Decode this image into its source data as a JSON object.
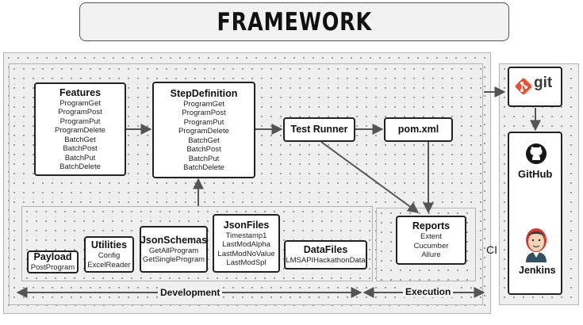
{
  "title": "FRAMEWORK",
  "boxes": {
    "features": {
      "title": "Features",
      "items": [
        "ProgramGet",
        "ProgramPost",
        "ProgramPut",
        "ProgramDelete",
        "BatchGet",
        "BatchPost",
        "BatchPut",
        "BatchDelete"
      ]
    },
    "stepdef": {
      "title": "StepDefinition",
      "items": [
        "ProgramGet",
        "ProgramPost",
        "ProgramPut",
        "ProgramDelete",
        "BatchGet",
        "BatchPost",
        "BatchPut",
        "BatchDelete"
      ]
    },
    "testrunner": {
      "title": "Test Runner"
    },
    "pom": {
      "title": "pom.xml"
    },
    "payload": {
      "title": "Payload",
      "items": [
        "PostProgram"
      ]
    },
    "utilities": {
      "title": "Utilities",
      "items": [
        "Config",
        "ExcelReader"
      ]
    },
    "jsonschemas": {
      "title": "JsonSchemas",
      "items": [
        "GetAllProgram",
        "GetSingleProgram"
      ]
    },
    "jsonfiles": {
      "title": "JsonFiles",
      "items": [
        "Timestamp1",
        "LastModAlpha",
        "LastModNoValue",
        "LastModSpl"
      ]
    },
    "datafiles": {
      "title": "DataFiles",
      "items": [
        "LMSAPIHackathonData"
      ]
    },
    "reports": {
      "title": "Reports",
      "items": [
        "Extent",
        "Cucumber",
        "Allure"
      ]
    },
    "git": {
      "label": "git"
    },
    "github": {
      "label": "GitHub"
    },
    "jenkins": {
      "label": "Jenkins"
    }
  },
  "labels": {
    "development": "Development",
    "execution": "Execution",
    "ci": "CI"
  },
  "colors": {
    "git_orange": "#f05032",
    "arrow": "#555555",
    "box_border": "#222222"
  },
  "icons": [
    "git-logo-icon",
    "github-octocat-icon",
    "jenkins-butler-icon"
  ]
}
